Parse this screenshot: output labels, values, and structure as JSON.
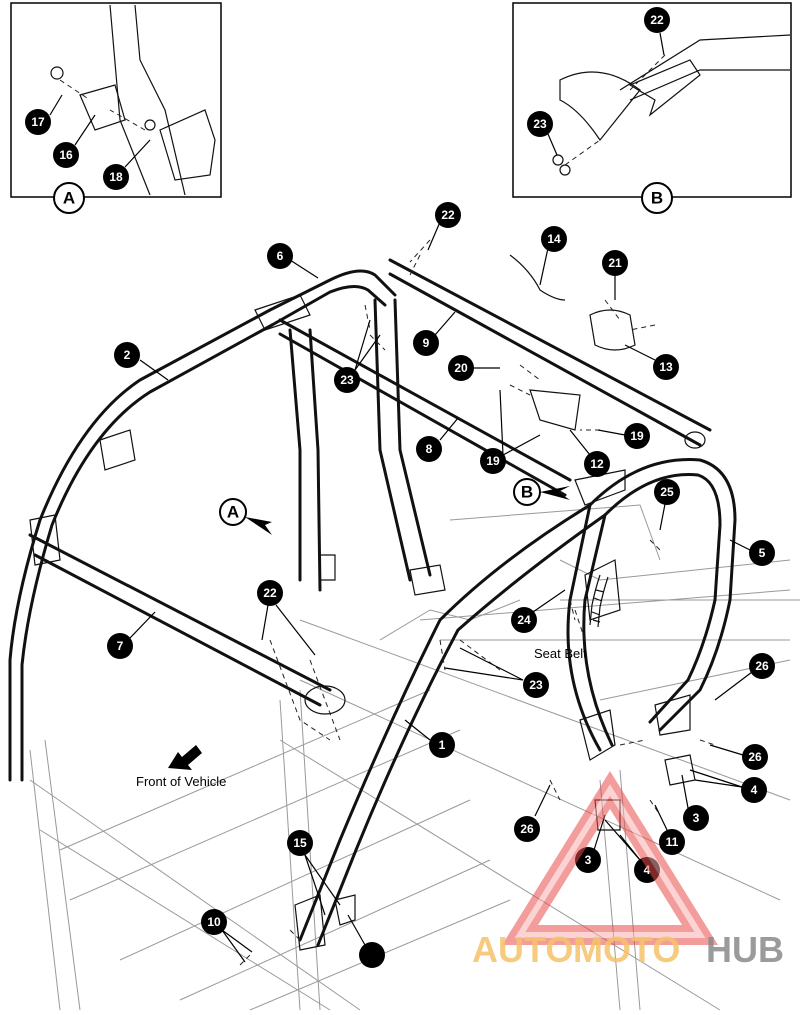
{
  "figure": {
    "labels": {
      "front_of_vehicle": "Front of Vehicle",
      "seat_belt": "Seat Belt"
    },
    "inset_a": {
      "letter": "A",
      "callouts": [
        "17",
        "16",
        "18"
      ]
    },
    "inset_b": {
      "letter": "B",
      "callouts": [
        "22",
        "23"
      ]
    },
    "main_callouts": [
      "6",
      "22",
      "14",
      "21",
      "2",
      "9",
      "13",
      "20",
      "23",
      "8",
      "19",
      "19",
      "12",
      "25",
      "5",
      "7",
      "22",
      "24",
      "23",
      "1",
      "26",
      "26",
      "4",
      "3",
      "3",
      "26",
      "4",
      "11",
      "15",
      "10"
    ],
    "view_markers": [
      "A",
      "B"
    ],
    "watermark": {
      "part1": "AUTO",
      "part2": "MOTO",
      "part3": "HUB"
    }
  }
}
